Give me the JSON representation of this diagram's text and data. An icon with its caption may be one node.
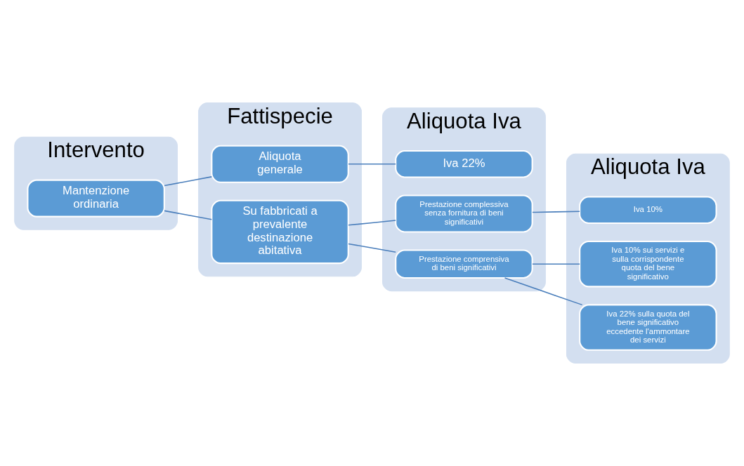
{
  "diagram": {
    "nodes": [
      {
        "text": [
          "Intervento"
        ]
      },
      {
        "text": [
          "Fattispecie"
        ]
      },
      {
        "text": [
          "Aliquota Iva"
        ]
      },
      {
        "text": [
          "Aliquota Iva"
        ]
      },
      {
        "text": [
          "Mantenzione ordinaria"
        ],
        "in": 0
      },
      {
        "text": [
          "Aliquota generale"
        ],
        "in": 1
      },
      {
        "text": [
          "Su fabbricati a prevalente destinazione abitativa"
        ],
        "in": 1
      },
      {
        "text": [
          "Iva 22%"
        ],
        "in": 2
      },
      {
        "text": [
          "Prestazione complessiva senza fornitura di beni significativi"
        ],
        "in": 2
      },
      {
        "text": [
          "Prestazione comprensiva di beni significativi"
        ],
        "in": 2
      },
      {
        "text": [
          "Iva 10%"
        ],
        "in": 3
      },
      {
        "text": [
          "Iva 10% sui servizi e sulla corrispondente quota del bene significativo"
        ],
        "in": 3
      },
      {
        "text": [
          "Iva 22% sulla quota del bene significativo eccedente l'ammontare dei servizi"
        ],
        "in": 3
      }
    ],
    "edges": [
      {
        "from": 4,
        "to": 5,
        "arrow": "none"
      },
      {
        "from": 4,
        "to": 6,
        "arrow": "none"
      },
      {
        "from": 5,
        "to": 7,
        "arrow": "none"
      },
      {
        "from": 6,
        "to": 8,
        "arrow": "none"
      },
      {
        "from": 6,
        "to": 9,
        "arrow": "none"
      },
      {
        "from": 8,
        "to": 10,
        "arrow": "none"
      },
      {
        "from": 9,
        "to": 11,
        "arrow": "none"
      },
      {
        "from": 9,
        "to": 12,
        "arrow": "none"
      }
    ]
  }
}
